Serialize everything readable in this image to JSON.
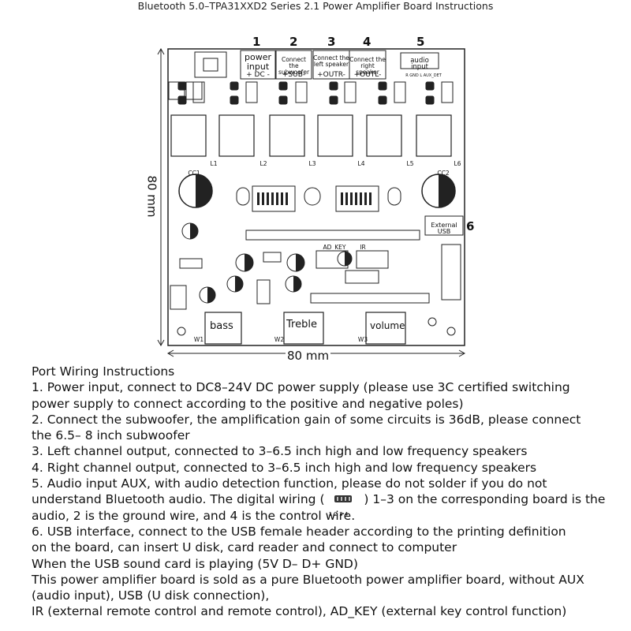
{
  "title": "Bluetooth 5.0–TPA31XXD2 Series 2.1 Power Amplifier Board Instructions",
  "ports": [
    {
      "number": "1",
      "label": "power input",
      "polarity": "+ DC -"
    },
    {
      "number": "2",
      "label": "Connect the subwoofer",
      "polarity": "+SUB-"
    },
    {
      "number": "3",
      "label": "Connect the left speaker",
      "polarity": "+OUTR-"
    },
    {
      "number": "4",
      "label": "Connect the right speaker",
      "polarity": "+OUTL-"
    },
    {
      "number": "5",
      "label": "audio input",
      "polarity": "R GND L AUX_DET"
    }
  ],
  "usb": {
    "number": "6",
    "label": "External USB"
  },
  "knobs": [
    "bass",
    "Treble",
    "volume"
  ],
  "board_silk": {
    "ad_key": "AD_KEY",
    "ir": "IR",
    "w_labels": [
      "W1",
      "W2",
      "W3"
    ],
    "cc_labels": [
      "CC1",
      "CC2"
    ],
    "coil_labels": [
      "L1",
      "L2",
      "L3",
      "L4",
      "L5",
      "L6"
    ]
  },
  "dimensions": {
    "width_label": "80 mm",
    "height_label": "80 mm"
  },
  "instructions": {
    "heading": "Port Wiring Instructions",
    "lines": [
      "1. Power input, connect to DC8–24V DC power supply (please use 3C certified switching",
      " power supply to connect according to the positive and negative poles)",
      "2. Connect the subwoofer, the amplification gain of some circuits is 36dB, please connect",
      " the 6.5– 8 inch subwoofer",
      "3. Left channel output, connected to 3–6.5 inch high and low frequency speakers",
      "4. Right channel output, connected to 3–6.5 inch high and low frequency speakers",
      "5. Audio input AUX, with audio detection function, please do not solder if you do not"
    ],
    "line_digital_before": "understand Bluetooth audio. The digital wiring (",
    "line_digital_after": ") 1–3 on the corresponding board is the",
    "pin_numbers": "1 2 3 4",
    "lines_after": [
      " audio, 2 is the ground wire, and 4 is the control wire.",
      "6. USB interface, connect to the USB female header according to the printing definition",
      " on the board, can insert U disk, card reader and connect to computer",
      "When the USB sound card is playing (5V D– D+ GND)",
      "This power amplifier board is sold as a pure Bluetooth power amplifier board, without AUX",
      "(audio input), USB (U disk connection),",
      "IR (external remote control and remote control), AD_KEY (external key control function)"
    ]
  }
}
